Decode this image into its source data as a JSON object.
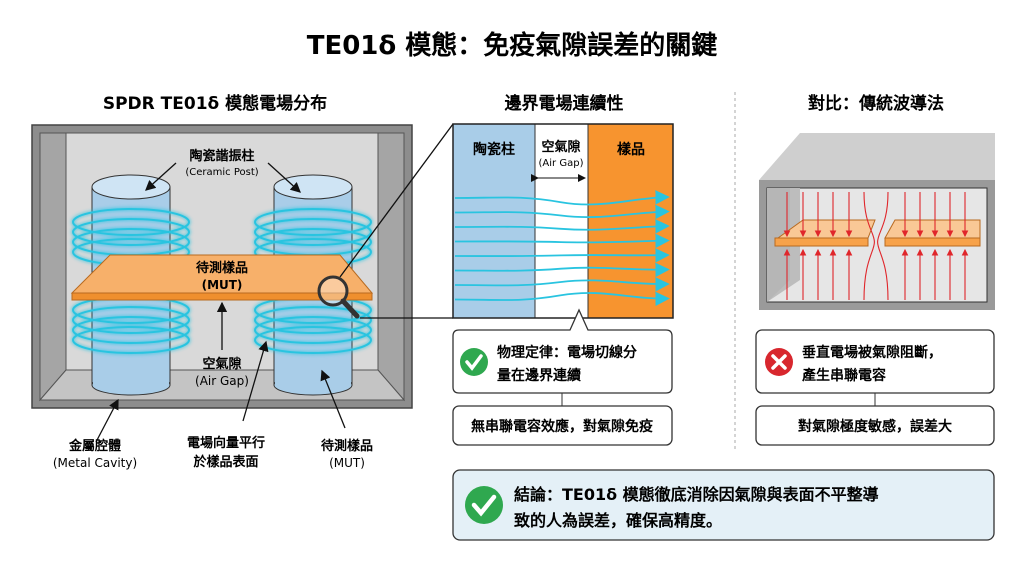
{
  "title": "TE01δ 模態：免疫氣隙誤差的關鍵",
  "left": {
    "heading": "SPDR TE01δ 模態電場分布",
    "ceramic_post": "陶瓷諧振柱",
    "ceramic_post_en": "(Ceramic Post)",
    "mut": "待測樣品",
    "mut_en": "(MUT)",
    "air_gap": "空氣隙",
    "air_gap_en": "(Air Gap)",
    "metal_cavity": "金屬腔體",
    "metal_cavity_en": "(Metal Cavity)",
    "field_vector_1": "電場向量平行",
    "field_vector_2": "於樣品表面",
    "mut_bottom": "待測樣品",
    "mut_bottom_en": "(MUT)"
  },
  "middle": {
    "heading": "邊界電場連續性",
    "col_ceramic": "陶瓷柱",
    "col_air": "空氣隙",
    "col_air_en": "(Air Gap)",
    "col_sample": "樣品",
    "callout_1": "物理定律：電場切線分",
    "callout_2": "量在邊界連續",
    "result": "無串聯電容效應，對氣隙免疫"
  },
  "right": {
    "heading": "對比：傳統波導法",
    "callout_1": "垂直電場被氣隙阻斷，",
    "callout_2": "產生串聯電容",
    "result": "對氣隙極度敏感，誤差大"
  },
  "conclusion": {
    "line1": "結論：TE01δ 模態徹底消除因氣隙與表面不平整導",
    "line2": "致的人為誤差，確保高精度。"
  },
  "colors": {
    "ceramic": "#a9cde8",
    "sample": "#f7a24a",
    "field": "#29c4e0",
    "red_field": "#e0262b",
    "check": "#2fa84f",
    "cross": "#d8272e"
  }
}
